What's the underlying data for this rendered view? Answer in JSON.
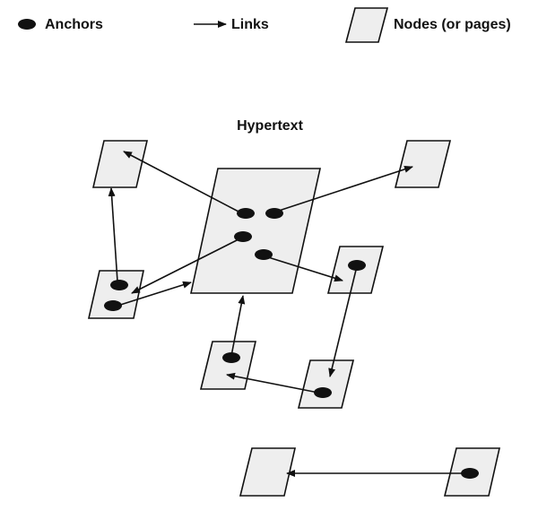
{
  "legend": {
    "anchors_label": "Anchors",
    "links_label": "Links",
    "nodes_label": "Nodes (or pages)"
  },
  "diagram": {
    "title": "Hypertext"
  },
  "colors": {
    "node_fill": "#eeeeee",
    "ink": "#111111",
    "background": "#ffffff"
  }
}
